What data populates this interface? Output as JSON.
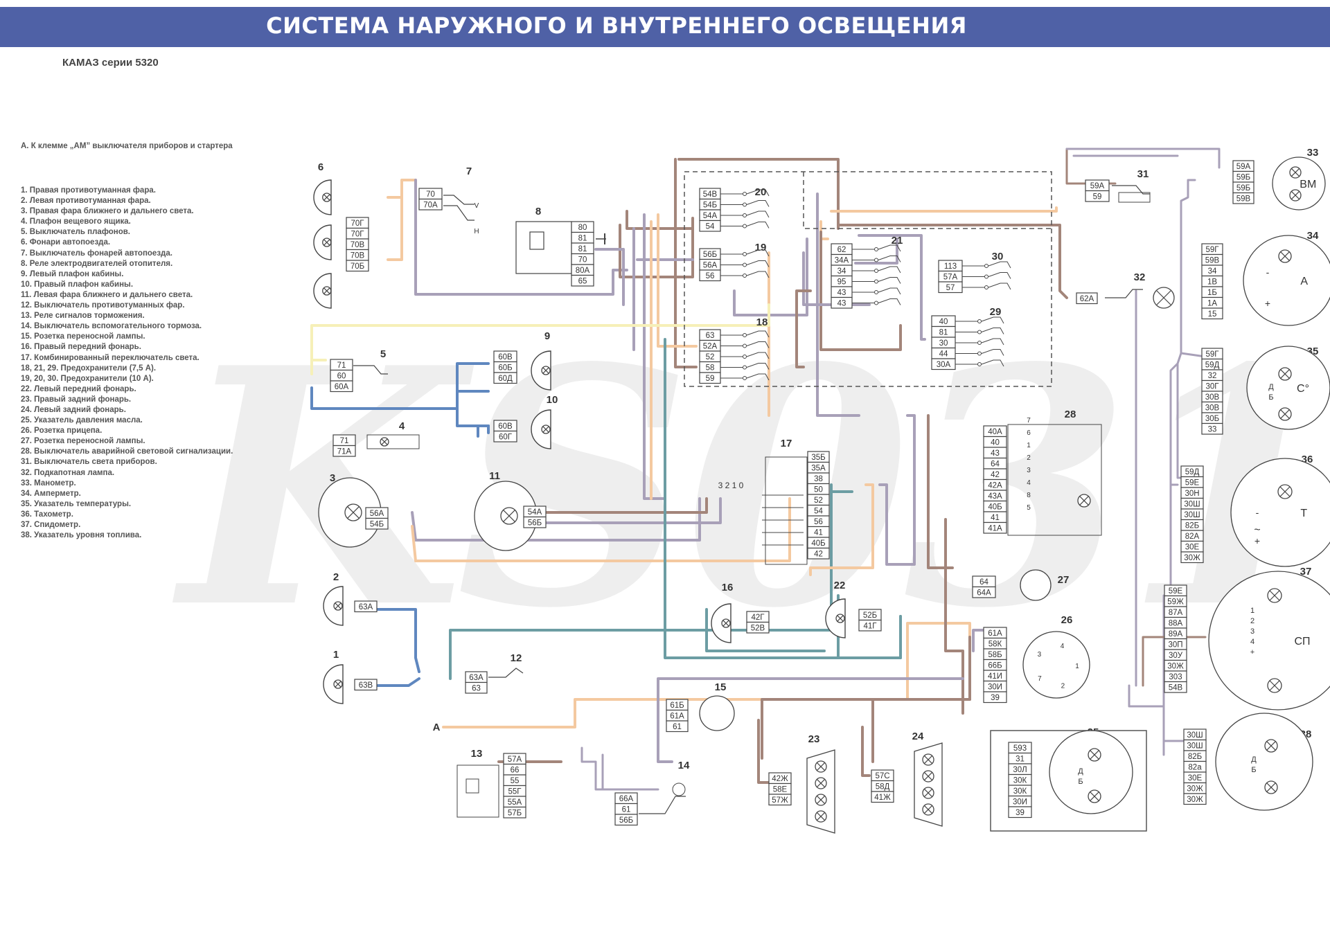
{
  "title": "СИСТЕМА НАРУЖНОГО И ВНУТРЕННЕГО ОСВЕЩЕНИЯ",
  "model": "КАМАЗ серии 5320",
  "note_a": "А. К клемме „АМ” выключателя приборов и стартера",
  "watermark": "KS031",
  "colors": {
    "header": "#4f61a6",
    "wire_gray": "#a8a0b8",
    "wire_brown": "#a3857a",
    "wire_peach": "#f4c9a0",
    "wire_blue": "#5f87bf",
    "wire_teal": "#6c9da3",
    "wire_yellow": "#f6f0b8",
    "wire_dark": "#555555"
  },
  "legend": [
    "1. Правая противотуманная фара.",
    "2. Левая противотуманная фара.",
    "3. Правая фара ближнего и дальнего света.",
    "4. Плафон вещевого ящика.",
    "5. Выключатель плафонов.",
    "6. Фонари автопоезда.",
    "7. Выключатель фонарей автопоезда.",
    "8. Реле электродвигателей отопителя.",
    "9. Левый плафон кабины.",
    "10. Правый плафон кабины.",
    "11. Левая фара ближнего и дальнего света.",
    "12. Выключатель противотуманных фар.",
    "13. Реле сигналов торможения.",
    "14. Выключатель вспомогательного тормоза.",
    "15. Розетка переносной лампы.",
    "16. Правый передний фонарь.",
    "17. Комбинированный переключатель   света.",
    "18, 21, 29. Предохранители (7,5 А).",
    "19, 20, 30. Предохранители (10 А).",
    "22. Левый передний фонарь.",
    "23. Правый задний фонарь.",
    "24. Левый задний фонарь.",
    "25. Указатель давления масла.",
    "26. Розетка прицепа.",
    "27. Розетка переносной лампы.",
    "28. Выключатель аварийной световой сигнализации.",
    "31. Выключатель света приборов.",
    "32. Подкапотная лампа.",
    "33. Манометр.",
    "34. Амперметр.",
    "35. Указатель температуры.",
    "36. Тахометр.",
    "37. Спидометр.",
    "38. Указатель уровня топлива."
  ],
  "components": [
    {
      "id": "6",
      "labels": [
        "70Г",
        "70Г",
        "70В",
        "70В",
        "70Б"
      ]
    },
    {
      "id": "7",
      "labels": [
        "70",
        "70А"
      ]
    },
    {
      "id": "8",
      "labels": [
        "80",
        "81",
        "81",
        "70",
        "80А",
        "65"
      ]
    },
    {
      "id": "20",
      "labels": [
        "54В",
        "54Б",
        "54А",
        "54"
      ]
    },
    {
      "id": "19",
      "labels": [
        "56Б",
        "56А",
        "56"
      ]
    },
    {
      "id": "18",
      "labels": [
        "63",
        "52А",
        "52",
        "58",
        "59"
      ]
    },
    {
      "id": "21",
      "labels": [
        "62",
        "34А",
        "34",
        "95",
        "43",
        "43"
      ]
    },
    {
      "id": "30",
      "labels": [
        "113",
        "57А",
        "57"
      ]
    },
    {
      "id": "29",
      "labels": [
        "40",
        "81",
        "30",
        "44",
        "30А"
      ]
    },
    {
      "id": "31",
      "labels": [
        "59А",
        "59"
      ]
    },
    {
      "id": "32",
      "labels": [
        "62А"
      ]
    },
    {
      "id": "33",
      "labels": [
        "59А",
        "59Б",
        "59Б",
        "59В"
      ]
    },
    {
      "id": "34",
      "labels": [
        "59Г",
        "59В",
        "34",
        "1В",
        "1Б",
        "1А",
        "15"
      ]
    },
    {
      "id": "35",
      "labels": [
        "59Г",
        "59Д",
        "32",
        "30Г",
        "30В",
        "30В",
        "30Б",
        "33"
      ]
    },
    {
      "id": "36",
      "labels": [
        "59Д",
        "59Е",
        "30Н",
        "30Ш",
        "30Ш",
        "82Б",
        "82А",
        "30Е",
        "30Ж"
      ]
    },
    {
      "id": "37",
      "labels": [
        "59Е",
        "59Ж",
        "87А",
        "88А",
        "89А",
        "30П",
        "30У",
        "30Ж",
        "303",
        "54В"
      ]
    },
    {
      "id": "38",
      "labels": [
        "30Ш",
        "30Ш",
        "82Б",
        "82а",
        "30Е",
        "30Ж",
        "30Ж"
      ]
    },
    {
      "id": "5",
      "labels": [
        "71",
        "60",
        "60А"
      ]
    },
    {
      "id": "4",
      "labels": [
        "71",
        "71А"
      ]
    },
    {
      "id": "9",
      "labels": [
        "60В",
        "60Б",
        "60Д"
      ]
    },
    {
      "id": "10",
      "labels": [
        "60В",
        "60Г"
      ]
    },
    {
      "id": "3",
      "labels": [
        "56А",
        "54Б"
      ]
    },
    {
      "id": "11",
      "labels": [
        "54А",
        "56Б"
      ]
    },
    {
      "id": "17",
      "labels": [
        "35Б",
        "35А",
        "38",
        "50",
        "52",
        "54",
        "56",
        "41",
        "40Б",
        "42"
      ]
    },
    {
      "id": "28",
      "labels": [
        "40А",
        "40",
        "43",
        "64",
        "42",
        "42А",
        "43А",
        "40Б",
        "41",
        "41А"
      ]
    },
    {
      "id": "27",
      "labels": [
        "64",
        "64А"
      ]
    },
    {
      "id": "26",
      "labels": [
        "61А",
        "58К",
        "58Б",
        "66Б",
        "41И",
        "30И",
        "39"
      ]
    },
    {
      "id": "2",
      "labels": [
        "63А"
      ]
    },
    {
      "id": "1",
      "labels": [
        "63В"
      ]
    },
    {
      "id": "12",
      "labels": [
        "63А",
        "63"
      ]
    },
    {
      "id": "16",
      "labels": [
        "42Г",
        "52В"
      ]
    },
    {
      "id": "22",
      "labels": [
        "52Б",
        "41Г"
      ]
    },
    {
      "id": "15",
      "labels": [
        "61Б",
        "61А",
        "61"
      ]
    },
    {
      "id": "13",
      "labels": [
        "57А",
        "66",
        "55",
        "55Г",
        "55А",
        "57Б"
      ]
    },
    {
      "id": "14",
      "labels": [
        "66А",
        "61",
        "56Б"
      ]
    },
    {
      "id": "23",
      "labels": [
        "42Ж",
        "58Е",
        "57Ж"
      ]
    },
    {
      "id": "24",
      "labels": [
        "57С",
        "58Д",
        "41Ж"
      ]
    },
    {
      "id": "25",
      "labels": [
        "593",
        "31",
        "30Л",
        "30К",
        "30К",
        "30И",
        "39"
      ]
    }
  ],
  "gauge_marks": {
    "33": "ВМ",
    "34": "А",
    "35": "С°",
    "36": "Т",
    "37": "СП",
    "minus": "-",
    "plus": "+",
    "tilde": "~",
    "d": "Д",
    "b": "Б"
  },
  "misc": {
    "a_terminal": "А",
    "sw17_positions": "3 2 1 0",
    "sw7_v": "V",
    "sw7_h": "Н",
    "sw28_top": [
      "7",
      "6",
      "1",
      "2",
      "3",
      "4",
      "8",
      "5"
    ],
    "sp37_scale": [
      "1",
      "2",
      "3",
      "4",
      "+"
    ],
    "sockets_26": [
      "1",
      "2",
      "7",
      "3",
      "4"
    ]
  }
}
